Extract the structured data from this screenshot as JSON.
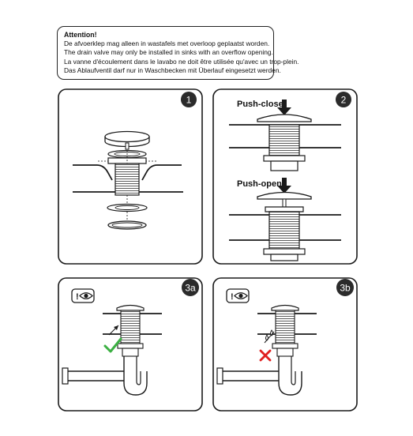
{
  "notice": {
    "title": "Attention!",
    "lines": [
      "De afvoerklep mag alleen in wastafels met overloop geplaatst worden.",
      "The drain valve may only be installed in sinks with an overflow opening.",
      "La vanne d'écoulement dans le lavabo ne doit être utilisée qu'avec un trop-plein.",
      "Das Ablaufventil darf nur in Waschbecken mit Überlauf eingesetzt werden."
    ]
  },
  "steps": {
    "step1": "1",
    "step2": "2",
    "step3a": "3a",
    "step3b": "3b"
  },
  "push": {
    "close": "Push-close",
    "open": "Push-open"
  },
  "icons": {
    "warning_eye": "attention-eye-icon",
    "correct": "check-mark-icon",
    "incorrect": "cross-mark-icon"
  },
  "colors": {
    "line": "#1a1a1a",
    "badge": "#2b2b2b",
    "check": "#3cb043",
    "cross": "#e02020"
  }
}
